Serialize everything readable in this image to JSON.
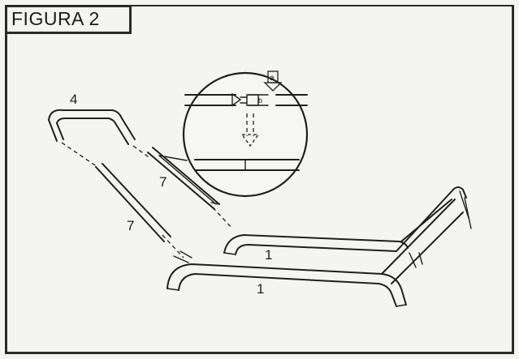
{
  "figure": {
    "title": "FIGURA 2",
    "labels": {
      "part_4": "4",
      "part_7_upper": "7",
      "part_7_lower": "7",
      "part_1_upper": "1",
      "part_1_lower": "1",
      "detail_a": "a",
      "detail_b": "b"
    }
  }
}
